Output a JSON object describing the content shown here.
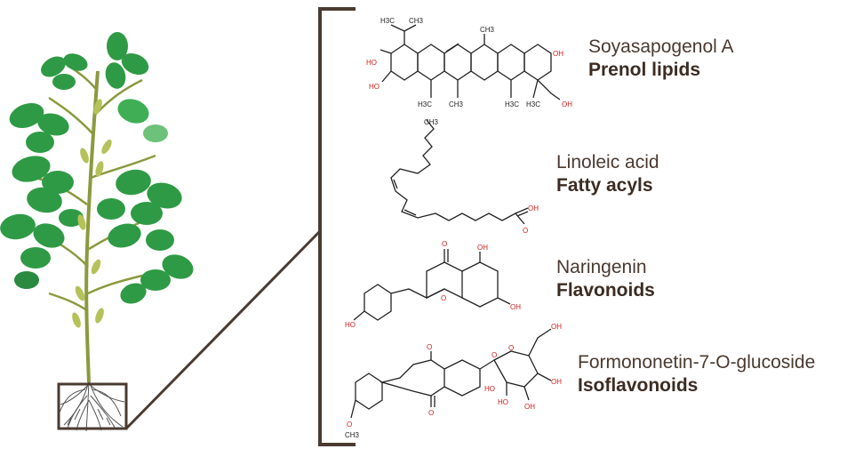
{
  "compounds": [
    {
      "name": "Soyasapogenol A",
      "class": "Prenol lipids"
    },
    {
      "name": "Linoleic acid",
      "class": "Fatty acyls"
    },
    {
      "name": "Naringenin",
      "class": "Flavonoids"
    },
    {
      "name": "Formononetin-7-O-glucoside",
      "class": "Isoflavonoids"
    }
  ],
  "atom_labels": {
    "oh": "OH",
    "ho": "HO",
    "o": "O",
    "ch3": "CH3",
    "h3c": "H3C"
  },
  "colors": {
    "bracket": "#4a3b30",
    "leaf": "#2f9a45",
    "leaf_dark": "#1d7a32",
    "stem": "#7a8a3a",
    "bond": "#222222",
    "heteroatom": "#d11b1b",
    "text": "#4a3a30"
  }
}
